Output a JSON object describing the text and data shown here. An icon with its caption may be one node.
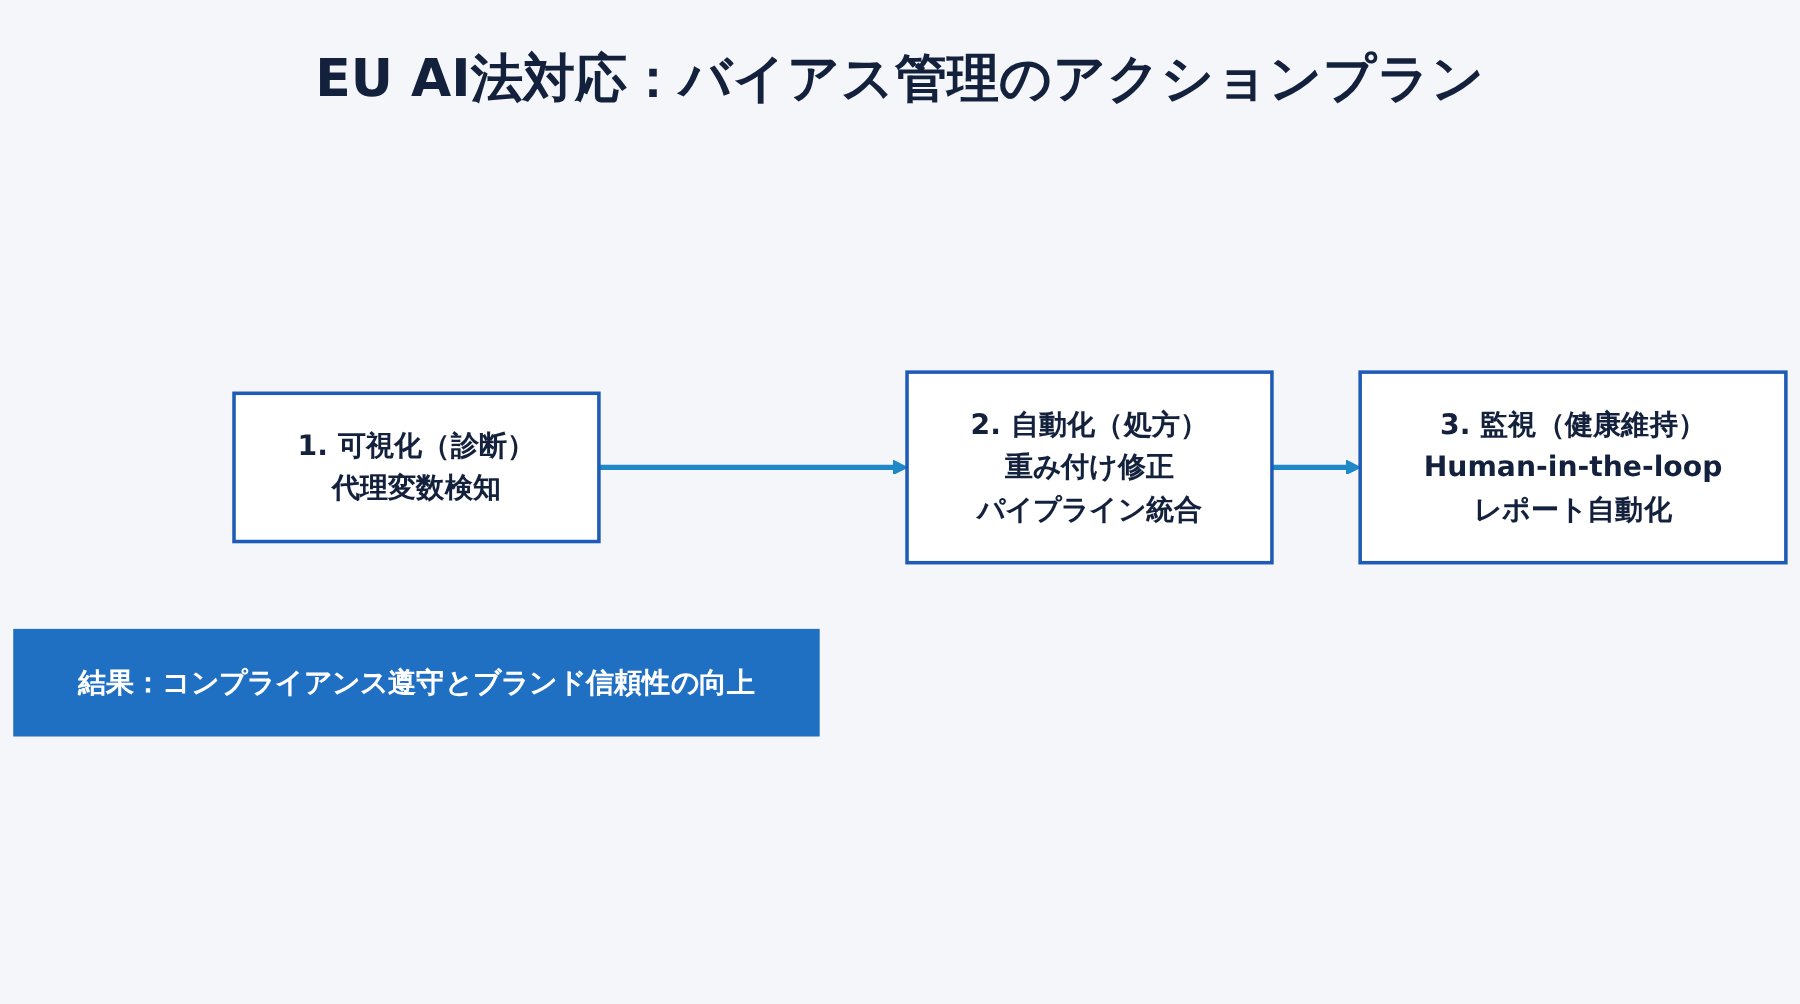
{
  "diagram": {
    "title": "EU AI法対応：バイアス管理のアクションプラン",
    "nodes": [
      {
        "text": [
          "1. 可視化（診断）",
          "代理変数検知"
        ]
      },
      {
        "text": [
          "2. 自動化（処方）",
          "重み付け修正",
          "パイプライン統合"
        ]
      },
      {
        "text": [
          "3. 監視（健康維持）",
          "Human-in-the-loop",
          "レポート自動化"
        ]
      },
      {
        "text": [
          "結果：コンプライアンス遵守とブランド信頼性の向上"
        ]
      }
    ],
    "edges": [
      {
        "from": 0,
        "to": 1,
        "arrow": "to"
      },
      {
        "from": 1,
        "to": 2,
        "arrow": "to"
      }
    ]
  }
}
